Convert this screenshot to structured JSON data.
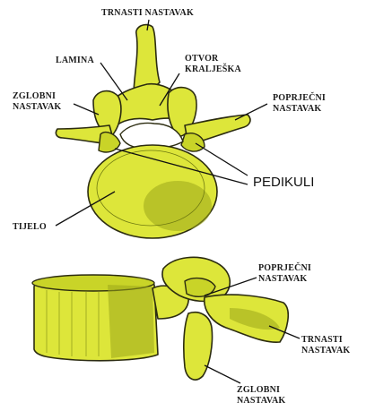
{
  "top_view": {
    "labels": {
      "spinous": "TRNASTI NASTAVAK",
      "lamina": "LAMINA",
      "foramen_l1": "OTVOR",
      "foramen_l2": "KRALJEŠKA",
      "articular_l1": "ZGLOBNI",
      "articular_l2": "NASTAVAK",
      "transverse_l1": "POPRJEČNI",
      "transverse_l2": "NASTAVAK",
      "pedicles": "PEDIKULI",
      "body": "TIJELO"
    }
  },
  "side_view": {
    "labels": {
      "transverse_l1": "POPRJEČNI",
      "transverse_l2": "NASTAVAK",
      "spinous_l1": "TRNASTI",
      "spinous_l2": "NASTAVAK",
      "articular_l1": "ZGLOBNI",
      "articular_l2": "NASTAVAK"
    }
  },
  "colors": {
    "bone": "#dde63a",
    "outline": "#2c2c10",
    "background": "#ffffff"
  }
}
